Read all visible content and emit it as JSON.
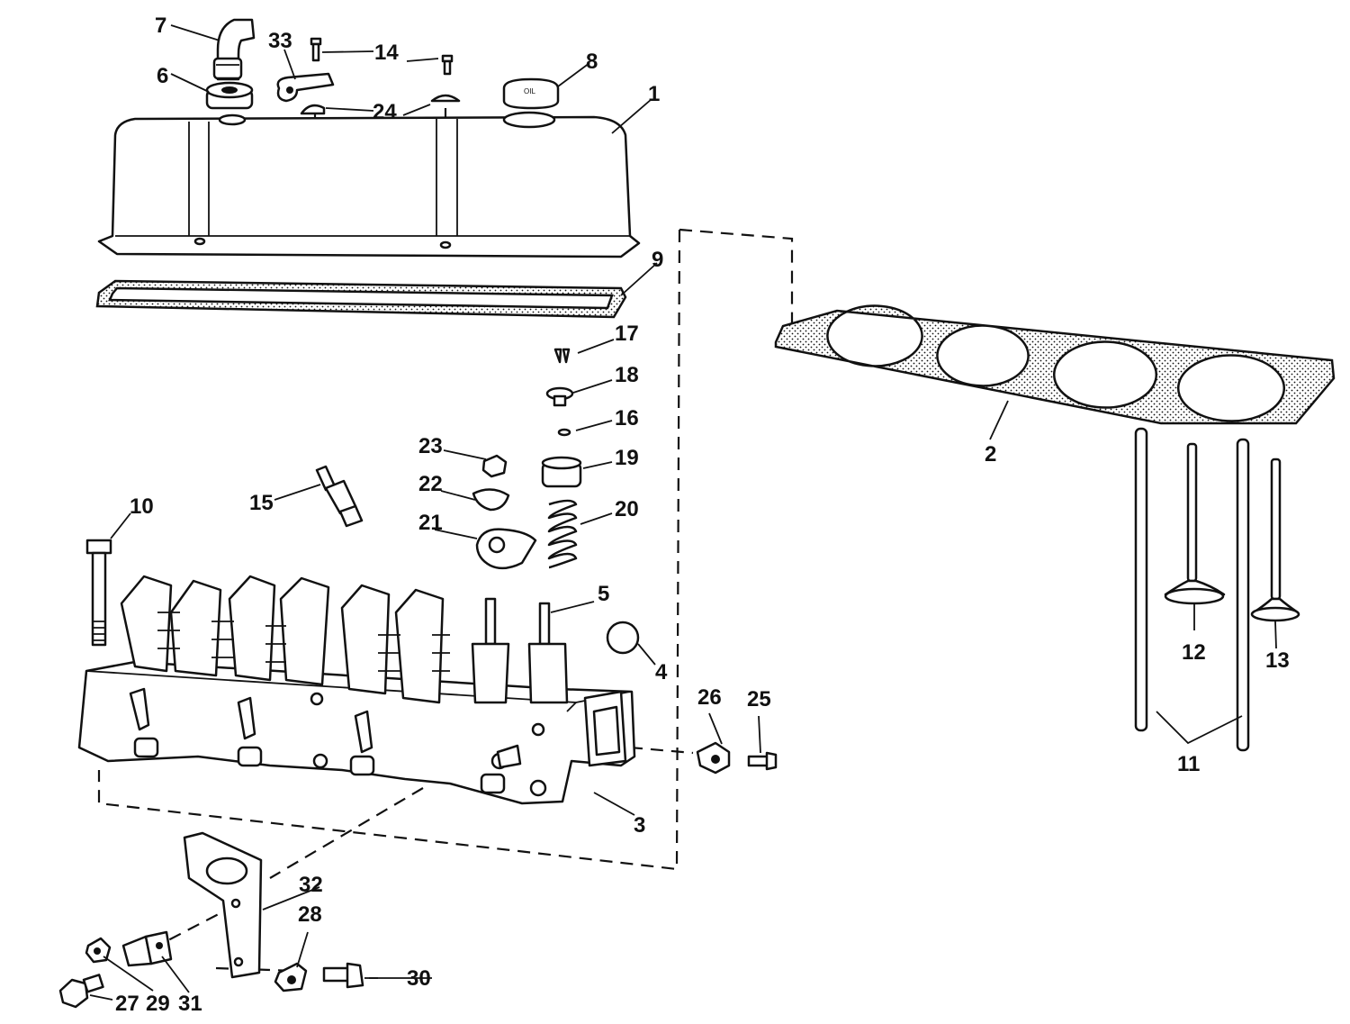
{
  "callouts": [
    "1",
    "2",
    "3",
    "4",
    "5",
    "6",
    "7",
    "8",
    "9",
    "10",
    "11",
    "12",
    "13",
    "14",
    "15",
    "16",
    "17",
    "18",
    "19",
    "20",
    "21",
    "22",
    "23",
    "24",
    "25",
    "26",
    "27",
    "28",
    "29",
    "30",
    "31",
    "32",
    "33"
  ],
  "cap_text": "OIL",
  "colors": {
    "ink": "#111111",
    "paper": "#ffffff"
  }
}
